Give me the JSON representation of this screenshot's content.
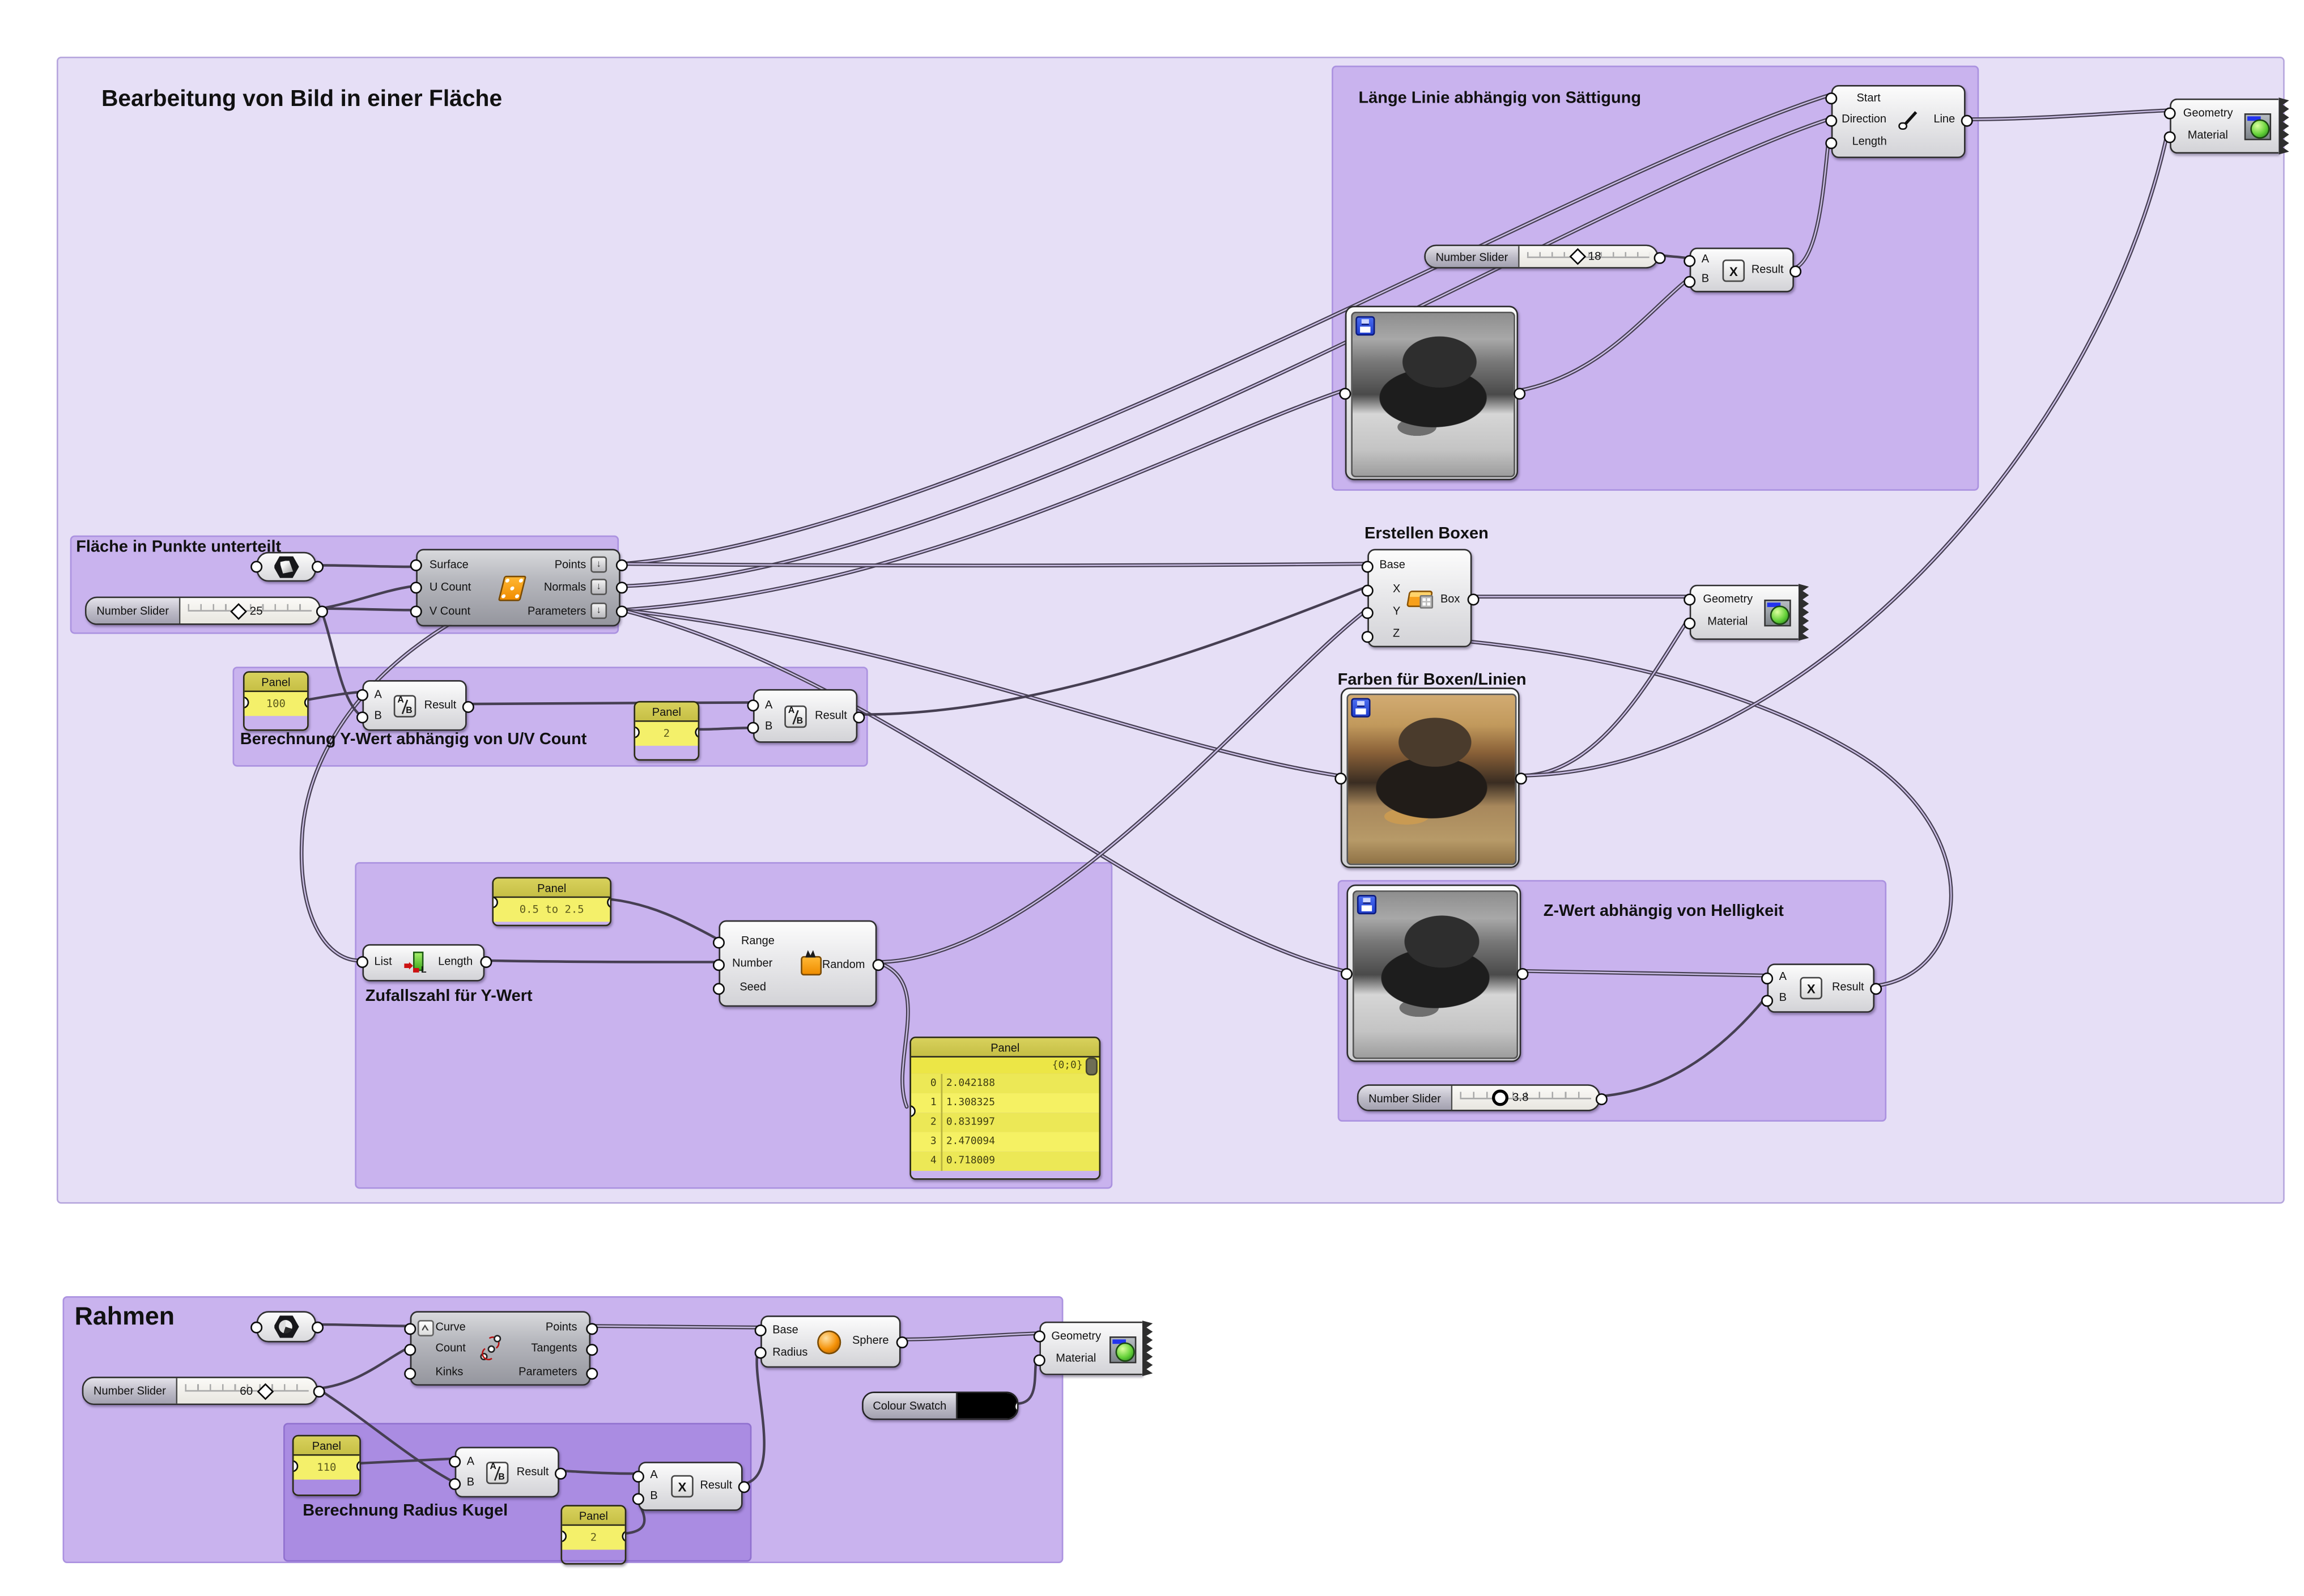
{
  "title": "Bearbeitung von Bild in einer Fläche",
  "groups": {
    "laenge": "Länge Linie abhängig von Sättigung",
    "flaeche": "Fläche in Punkte unterteilt",
    "berechnung_y": "Berechnung  Y-Wert abhängig von U/V Count",
    "erstellen": "Erstellen Boxen",
    "farben": "Farben für Boxen/Linien",
    "zufall": "Zufallszahl für Y-Wert",
    "zwert": "Z-Wert abhängig von Helligkeit",
    "rahmen": "Rahmen",
    "radius": "Berechnung Radius Kugel"
  },
  "ports": {
    "a": "A",
    "b": "B",
    "result": "Result",
    "geometry": "Geometry",
    "material": "Material",
    "surface": "Surface",
    "ucount": "U Count",
    "vcount": "V Count",
    "points": "Points",
    "normals": "Normals",
    "parameters": "Parameters",
    "start": "Start",
    "direction": "Direction",
    "length": "Length",
    "line": "Line",
    "base": "Base",
    "x": "X",
    "y": "Y",
    "z": "Z",
    "box": "Box",
    "range": "Range",
    "number": "Number",
    "seed": "Seed",
    "random": "Random",
    "list": "List",
    "curve": "Curve",
    "count": "Count",
    "kinks": "Kinks",
    "tangents": "Tangents",
    "radius": "Radius",
    "sphere": "Sphere"
  },
  "widgets": {
    "number_slider": "Number Slider",
    "colour_swatch": "Colour Swatch",
    "panel": "Panel"
  },
  "icons": {
    "multiply": "X",
    "down_arrow": "↓",
    "list_length_l": "L"
  },
  "sliders": {
    "uv_count": "25",
    "saturation": "18",
    "brightness": "3.8",
    "rahmen_count": "60"
  },
  "panels": {
    "p100": "100",
    "p2_top": "2",
    "range": "0.5 to 2.5",
    "p110": "110",
    "p2_bottom": "2"
  },
  "list_panel": {
    "path": "{0;0}",
    "rows": [
      {
        "i": "0",
        "v": "2.042188"
      },
      {
        "i": "1",
        "v": "1.308325"
      },
      {
        "i": "2",
        "v": "0.831997"
      },
      {
        "i": "3",
        "v": "2.470094"
      },
      {
        "i": "4",
        "v": "0.718009"
      }
    ]
  },
  "colors": {
    "wire": "#463f52",
    "group_light": "#e6dff6",
    "group_mid": "#c9b3ee",
    "group_dark": "#aa8ce2",
    "panel_yellow": "#f4f06a",
    "swatch": "#000000",
    "accent_orange": "#f59a14",
    "preview_green": "#66d23a"
  }
}
